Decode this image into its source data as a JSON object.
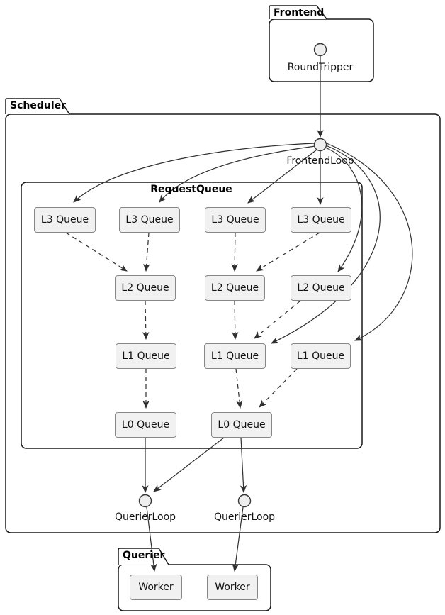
{
  "packages": {
    "frontend": {
      "title": "Frontend"
    },
    "scheduler": {
      "title": "Scheduler"
    },
    "querier": {
      "title": "Querier"
    }
  },
  "request_queue": {
    "title": "RequestQueue"
  },
  "nodes": {
    "round_tripper": "RoundTripper",
    "frontend_loop": "FrontendLoop",
    "l3": [
      "L3 Queue",
      "L3 Queue",
      "L3 Queue",
      "L3 Queue"
    ],
    "l2": [
      "L2 Queue",
      "L2 Queue",
      "L2 Queue"
    ],
    "l1": [
      "L1 Queue",
      "L1 Queue",
      "L1 Queue"
    ],
    "l0": [
      "L0 Queue",
      "L0 Queue"
    ],
    "querier_loops": [
      "QuerierLoop",
      "QuerierLoop"
    ],
    "workers": [
      "Worker",
      "Worker"
    ]
  },
  "colors": {
    "edge": "#2f2f2f",
    "package_border": "#181818",
    "box_fill": "#f1f1f1",
    "box_border": "#878787",
    "circle_fill": "#eeeeee",
    "background": "#ffffff"
  }
}
